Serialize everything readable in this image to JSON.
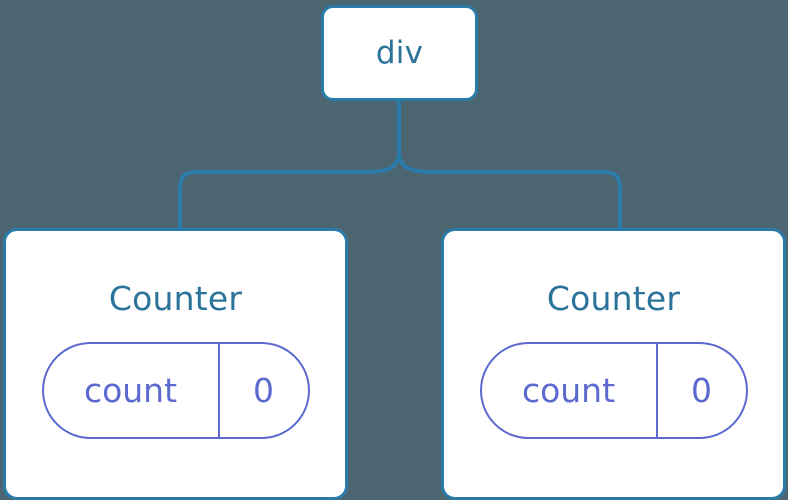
{
  "diagram": {
    "type": "component-tree",
    "background_color": "#4c6671",
    "node_border_color": "#2b7ba9",
    "node_text_color": "#2b7399",
    "state_pill_color": "#5c69cf",
    "connector_color": "#2b7ba9",
    "root": {
      "label": "div"
    },
    "children": [
      {
        "label": "Counter",
        "state": {
          "key": "count",
          "value": "0"
        }
      },
      {
        "label": "Counter",
        "state": {
          "key": "count",
          "value": "0"
        }
      }
    ]
  }
}
